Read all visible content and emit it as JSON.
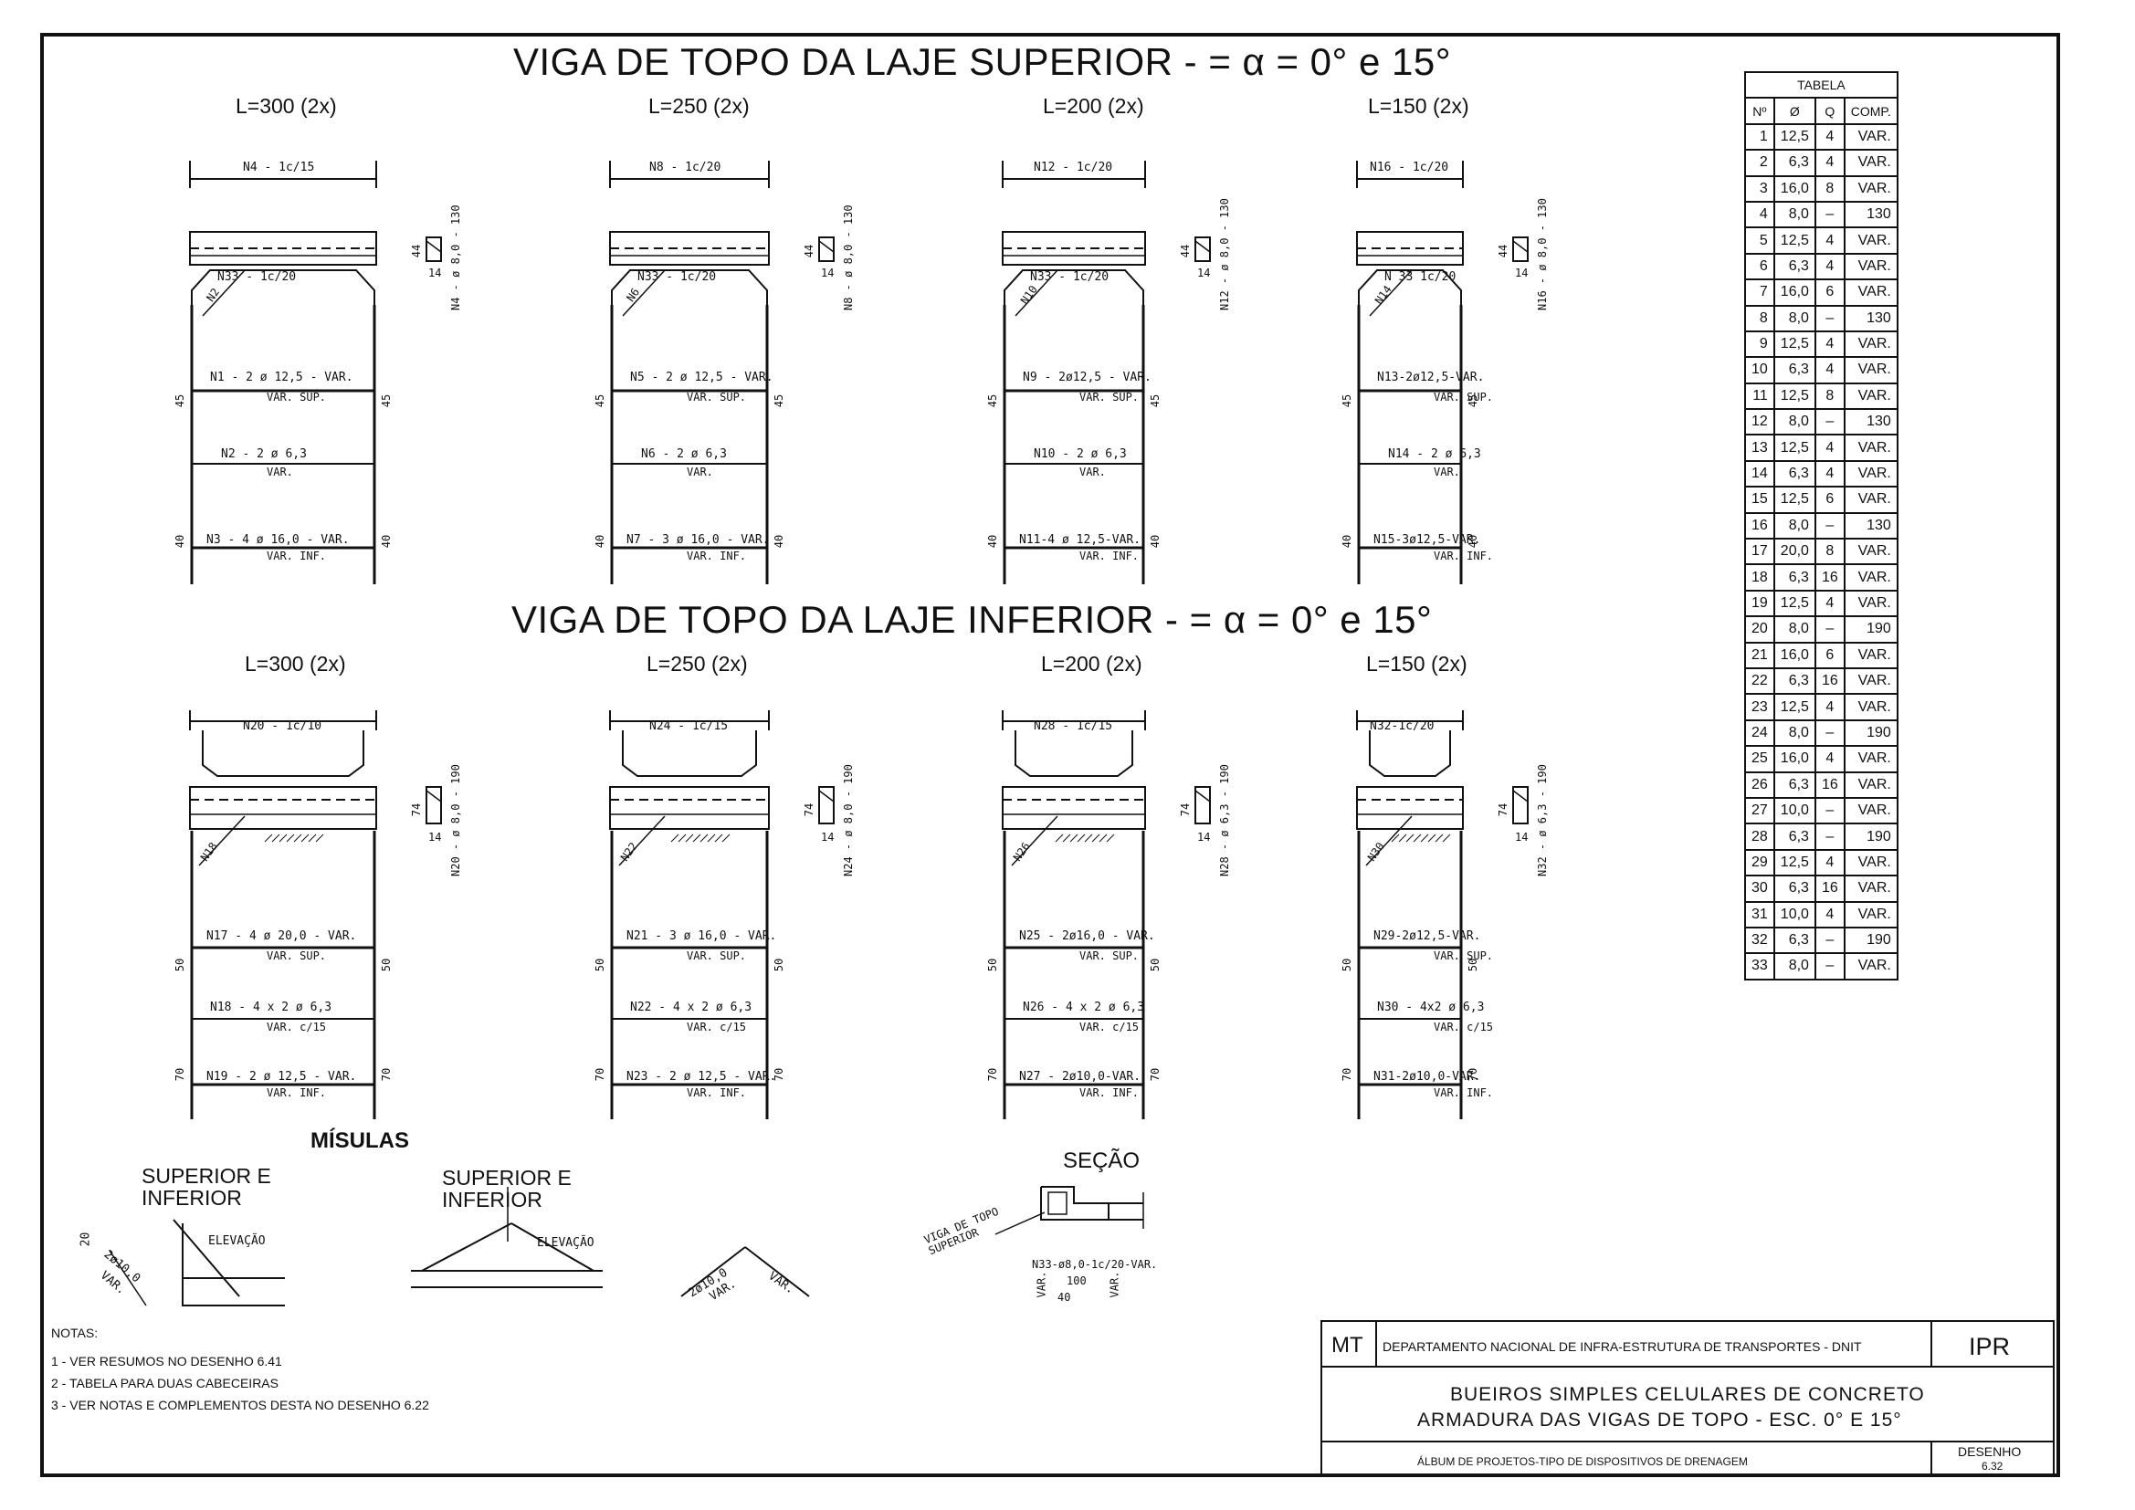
{
  "titles": {
    "upper": "VIGA DE TOPO DA LAJE SUPERIOR -   = α = 0° e 15°",
    "lower": "VIGA DE TOPO DA LAJE INFERIOR -   = α = 0° e 15°"
  },
  "spans": [
    "L=300  (2x)",
    "L=250   (2x)",
    "L=200  (2x)",
    "L=150  (2x)"
  ],
  "upper_beams": [
    {
      "stirrup": "N4 - 1c/15",
      "inner": "N33 - 1c/20",
      "diag": "N2",
      "top": "N1 - 2 ø 12,5 - VAR.",
      "top_sub": "VAR.     SUP.",
      "mid": "N2 - 2 ø 6,3",
      "mid_sub": "VAR.",
      "bot": "N3 - 4 ø 16,0 - VAR.",
      "bot_sub": "VAR.     INF.",
      "h1": "45",
      "h2": "40",
      "det": "N4 - ø 8,0 - 130"
    },
    {
      "stirrup": "N8 - 1c/20",
      "inner": "N33 - 1c/20",
      "diag": "N6",
      "top": "N5 - 2 ø 12,5 - VAR.",
      "top_sub": "VAR.     SUP.",
      "mid": "N6 - 2 ø 6,3",
      "mid_sub": "VAR.",
      "bot": "N7 - 3 ø 16,0 - VAR.",
      "bot_sub": "VAR.     INF.",
      "h1": "45",
      "h2": "40",
      "det": "N8 - ø 8,0 - 130"
    },
    {
      "stirrup": "N12 - 1c/20",
      "inner": "N33 - 1c/20",
      "diag": "N10",
      "top": "N9 - 2ø12,5 - VAR.",
      "top_sub": "VAR.     SUP.",
      "mid": "N10 - 2 ø 6,3",
      "mid_sub": "VAR.",
      "bot": "N11-4 ø 12,5-VAR.",
      "bot_sub": "VAR.     INF.",
      "h1": "45",
      "h2": "40",
      "det": "N12 - ø 8,0 - 130"
    },
    {
      "stirrup": "N16 - 1c/20",
      "inner": "N 33 1c/20",
      "diag": "N14",
      "top": "N13-2ø12,5-VAR.",
      "top_sub": "VAR.  SUP.",
      "mid": "N14 - 2 ø 6,3",
      "mid_sub": "VAR.",
      "bot": "N15-3ø12,5-VAR.",
      "bot_sub": "VAR.  INF.",
      "h1": "45",
      "h2": "40",
      "det": "N16 - ø 8,0 - 130"
    }
  ],
  "lower_beams": [
    {
      "stirrup": "N20 - 1c/10",
      "diag": "N18",
      "top": "N17 - 4 ø 20,0 - VAR.",
      "top_sub": "VAR.     SUP.",
      "mid": "N18 - 4 x 2 ø 6,3",
      "mid_sub": "VAR.     c/15",
      "bot": "N19 - 2 ø 12,5 - VAR.",
      "bot_sub": "VAR.     INF.",
      "h1": "50",
      "h2": "70",
      "det": "N20 - ø 8,0 - 190"
    },
    {
      "stirrup": "N24 - 1c/15",
      "diag": "N22",
      "top": "N21 - 3 ø 16,0 - VAR.",
      "top_sub": "VAR.     SUP.",
      "mid": "N22 - 4 x 2 ø 6,3",
      "mid_sub": "VAR.     c/15",
      "bot": "N23 - 2 ø 12,5 - VAR.",
      "bot_sub": "VAR.     INF.",
      "h1": "50",
      "h2": "70",
      "det": "N24 - ø 8,0 - 190"
    },
    {
      "stirrup": "N28 - 1c/15",
      "diag": "N26",
      "top": "N25 - 2ø16,0 - VAR.",
      "top_sub": "VAR.     SUP.",
      "mid": "N26 - 4 x 2 ø 6,3",
      "mid_sub": "VAR.     c/15",
      "bot": "N27 - 2ø10,0-VAR.",
      "bot_sub": "VAR.     INF.",
      "h1": "50",
      "h2": "70",
      "det": "N28 - ø 6,3 - 190"
    },
    {
      "stirrup": "N32-1c/20",
      "diag": "N30",
      "top": "N29-2ø12,5-VAR.",
      "top_sub": "VAR.  SUP.",
      "mid": "N30 - 4x2 ø 6,3",
      "mid_sub": "VAR.  c/15",
      "bot": "N31-2ø10,0-VAR.",
      "bot_sub": "VAR.  INF.",
      "h1": "50",
      "h2": "70",
      "det": "N32 - ø 6,3 - 190"
    }
  ],
  "stirrup_dims": {
    "upper_h": "44",
    "upper_w": "14",
    "lower_h": "74",
    "lower_w": "14"
  },
  "table": {
    "title": "TABELA",
    "headers": [
      "Nº",
      "Ø",
      "Q",
      "COMP."
    ],
    "rows": [
      [
        "1",
        "12,5",
        "4",
        "VAR."
      ],
      [
        "2",
        "6,3",
        "4",
        "VAR."
      ],
      [
        "3",
        "16,0",
        "8",
        "VAR."
      ],
      [
        "4",
        "8,0",
        "–",
        "130"
      ],
      [
        "5",
        "12,5",
        "4",
        "VAR."
      ],
      [
        "6",
        "6,3",
        "4",
        "VAR."
      ],
      [
        "7",
        "16,0",
        "6",
        "VAR."
      ],
      [
        "8",
        "8,0",
        "–",
        "130"
      ],
      [
        "9",
        "12,5",
        "4",
        "VAR."
      ],
      [
        "10",
        "6,3",
        "4",
        "VAR."
      ],
      [
        "11",
        "12,5",
        "8",
        "VAR."
      ],
      [
        "12",
        "8,0",
        "–",
        "130"
      ],
      [
        "13",
        "12,5",
        "4",
        "VAR."
      ],
      [
        "14",
        "6,3",
        "4",
        "VAR."
      ],
      [
        "15",
        "12,5",
        "6",
        "VAR."
      ],
      [
        "16",
        "8,0",
        "–",
        "130"
      ],
      [
        "17",
        "20,0",
        "8",
        "VAR."
      ],
      [
        "18",
        "6,3",
        "16",
        "VAR."
      ],
      [
        "19",
        "12,5",
        "4",
        "VAR."
      ],
      [
        "20",
        "8,0",
        "–",
        "190"
      ],
      [
        "21",
        "16,0",
        "6",
        "VAR."
      ],
      [
        "22",
        "6,3",
        "16",
        "VAR."
      ],
      [
        "23",
        "12,5",
        "4",
        "VAR."
      ],
      [
        "24",
        "8,0",
        "–",
        "190"
      ],
      [
        "25",
        "16,0",
        "4",
        "VAR."
      ],
      [
        "26",
        "6,3",
        "16",
        "VAR."
      ],
      [
        "27",
        "10,0",
        "–",
        "VAR."
      ],
      [
        "28",
        "6,3",
        "–",
        "190"
      ],
      [
        "29",
        "12,5",
        "4",
        "VAR."
      ],
      [
        "30",
        "6,3",
        "16",
        "VAR."
      ],
      [
        "31",
        "10,0",
        "4",
        "VAR."
      ],
      [
        "32",
        "6,3",
        "–",
        "190"
      ],
      [
        "33",
        "8,0",
        "–",
        "VAR."
      ]
    ]
  },
  "misulas": {
    "title": "MÍSULAS",
    "label1": "SUPERIOR E\nINFERIOR",
    "label2": "SUPERIOR E\nINFERIOR",
    "elev": "ELEVAÇÃO",
    "dim20": "20",
    "bar": "2ø10,0",
    "var": "VAR."
  },
  "secao": {
    "title": "SEÇÃO",
    "viga": "VIGA DE TOPO\nSUPERIOR",
    "n33": "N33-ø8,0-1c/20-VAR.",
    "d100": "100",
    "d40": "40",
    "var": "VAR."
  },
  "notes": {
    "title": "NOTAS:",
    "items": [
      "1 - VER RESUMOS NO DESENHO 6.41",
      "2 - TABELA PARA DUAS CABECEIRAS",
      "3 - VER NOTAS E COMPLEMENTOS DESTA NO DESENHO 6.22"
    ]
  },
  "title_block": {
    "mt": "MT",
    "dept": "DEPARTAMENTO NACIONAL DE INFRA-ESTRUTURA DE TRANSPORTES - DNIT",
    "ipr": "IPR",
    "line1": "BUEIROS SIMPLES CELULARES DE CONCRETO",
    "line2": "ARMADURA DAS VIGAS DE TOPO - ESC. 0° E 15°",
    "album": "ÁLBUM DE PROJETOS-TIPO DE DISPOSITIVOS DE DRENAGEM",
    "desenho": "DESENHO",
    "desenho_no": "6.32"
  }
}
